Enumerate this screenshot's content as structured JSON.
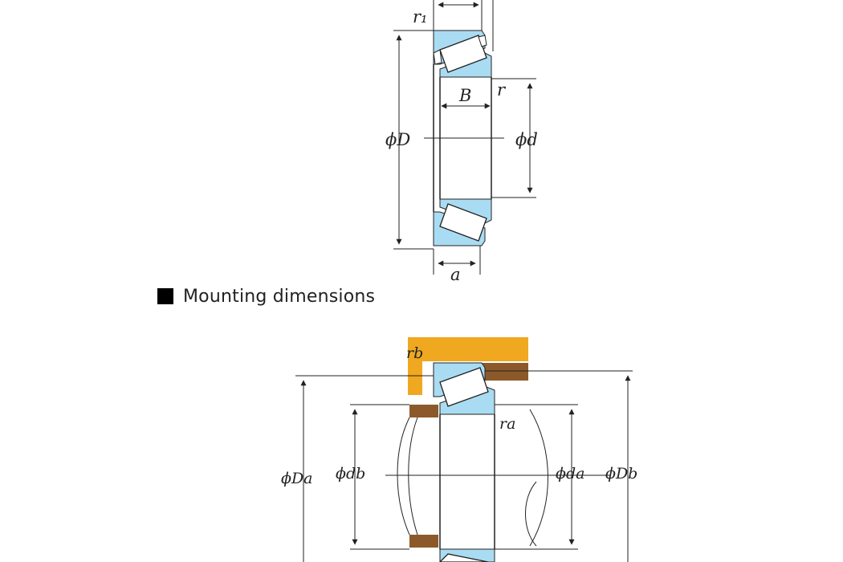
{
  "colors": {
    "bearing_blue": "#a9dcf2",
    "housing_orange": "#f0a820",
    "shoulder_brown": "#8c5a2a",
    "line": "#222222"
  },
  "top_diagram": {
    "labels": {
      "r1": "r₁",
      "B": "B",
      "r": "r",
      "D": "ϕD",
      "d": "ϕd",
      "a": "a"
    }
  },
  "section": {
    "title": "Mounting dimensions"
  },
  "bottom_diagram": {
    "labels": {
      "rb": "rb",
      "ra": "ra",
      "Da": "ϕDa",
      "db": "ϕdb",
      "da": "ϕda",
      "Db": "ϕDb"
    }
  }
}
